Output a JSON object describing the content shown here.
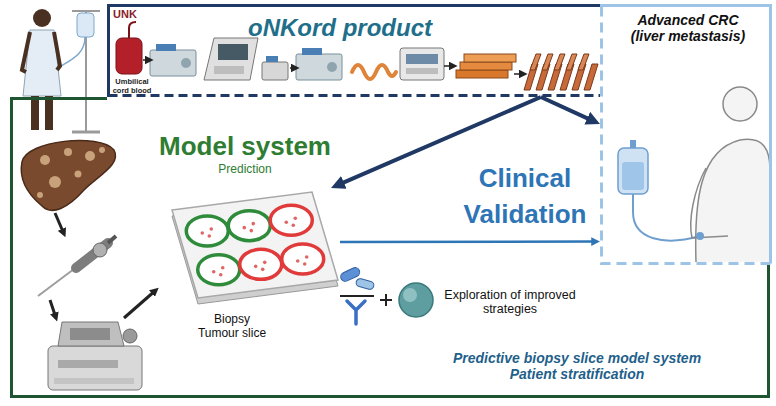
{
  "diagram": {
    "nodes": [
      {
        "text": [
          "oNKord product"
        ]
      },
      {
        "text": [
          "Advanced CRC (liver metastasis)"
        ]
      },
      {
        "text": [
          "Predictive biopsy slice model system Patient stratification"
        ]
      },
      {
        "text": [
          "Biopsy Tumour slice"
        ],
        "in": 2
      }
    ],
    "edges": [
      {
        "from": 0,
        "to": 1,
        "arrow": "to"
      },
      {
        "from": 0,
        "to": 3,
        "arrow": "to"
      },
      {
        "from": 3,
        "to": 1,
        "arrow": "to",
        "label": "Clinical Validation"
      }
    ],
    "labels": [
      "UNK",
      "Umbilical cord blood",
      "Model system",
      "Prediction",
      "Exploration of improved strategies"
    ]
  }
}
